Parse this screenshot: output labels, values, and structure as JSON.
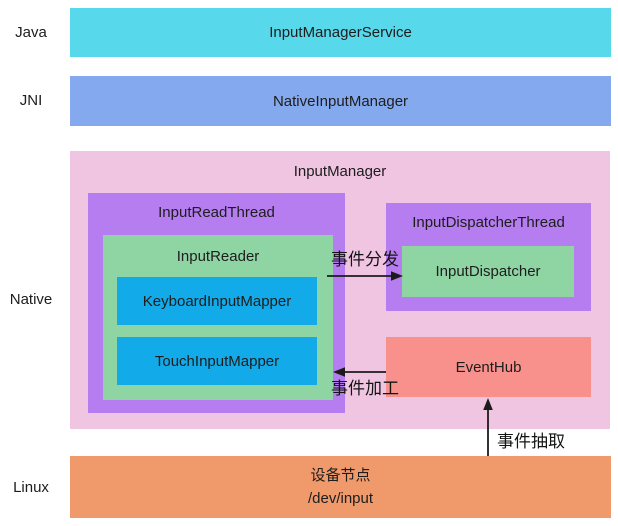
{
  "layer_labels": {
    "java": "Java",
    "jni": "JNI",
    "native": "Native",
    "linux": "Linux"
  },
  "java_layer": {
    "title": "InputManagerService"
  },
  "jni_layer": {
    "title": "NativeInputManager"
  },
  "native_layer": {
    "title": "InputManager",
    "read_thread": {
      "title": "InputReadThread"
    },
    "reader": {
      "title": "InputReader",
      "mappers": [
        "KeyboardInputMapper",
        "TouchInputMapper"
      ]
    },
    "dispatch_thread": {
      "title": "InputDispatcherThread"
    },
    "dispatcher": {
      "title": "InputDispatcher"
    },
    "eventhub": {
      "title": "EventHub"
    }
  },
  "linux_layer": {
    "line1": "设备节点",
    "line2": "/dev/input"
  },
  "arrow_labels": {
    "dispatch": "事件分发",
    "process": "事件加工",
    "extract": "事件抽取"
  },
  "colors": {
    "java_bar": "#57d8eb",
    "jni_bar": "#85a9ef",
    "native_box": "#f0c5e1",
    "thread_box": "#b57df0",
    "reader_box": "#8fd5a3",
    "mapper_box": "#12aae9",
    "eventhub_box": "#f8918b",
    "linux_bar": "#f0996b",
    "arrow": "#1b1b1b"
  }
}
